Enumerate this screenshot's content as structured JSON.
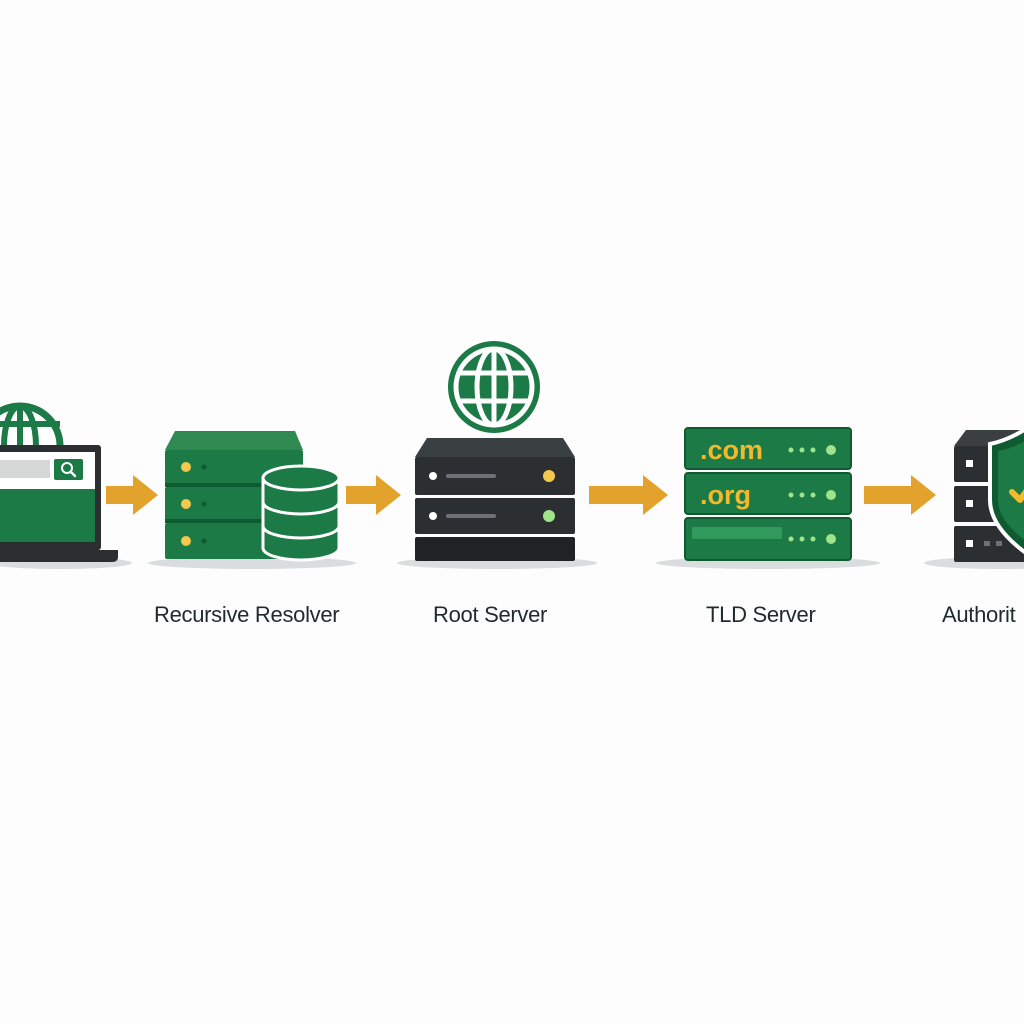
{
  "nodes": {
    "resolver": {
      "label": "Recursive Resolver"
    },
    "root": {
      "label": "Root Server"
    },
    "tld": {
      "label": "TLD Server",
      "domains": [
        ".com",
        ".org"
      ]
    },
    "authoritative": {
      "label": "Authorit"
    }
  },
  "colors": {
    "green": "#1b7a45",
    "dark_green": "#0f5a31",
    "charcoal": "#2b2f31",
    "arrow": "#e2a22b",
    "led_yellow": "#f2c94c",
    "led_green": "#9fe38a"
  },
  "icons": [
    "globe-icon",
    "search-icon",
    "database-icon",
    "server-icon",
    "shield-icon",
    "laptop-icon"
  ]
}
